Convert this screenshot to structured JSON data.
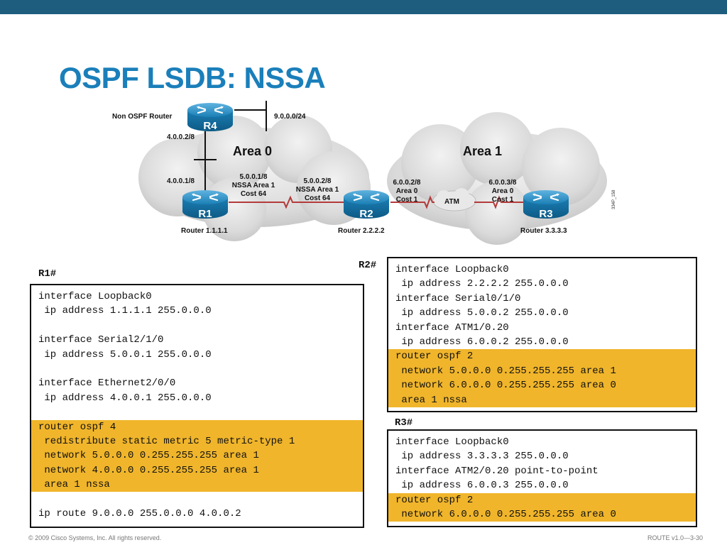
{
  "slide": {
    "title": "OSPF LSDB: NSSA",
    "footer_left": "© 2009 Cisco Systems, Inc. All rights reserved.",
    "footer_right": "ROUTE v1.0—3-30",
    "side_code": "334P_158"
  },
  "colors": {
    "title": "#1a7fba",
    "topbar": "#1f5d7e",
    "router": "#1b7fb5",
    "highlight": "#f0b52b",
    "serial_link": "#b33a3a"
  },
  "diagram": {
    "area0": "Area 0",
    "area1": "Area 1",
    "atm": "ATM",
    "non_ospf": "Non OSPF Router",
    "net_9": "9.0.0.0/24",
    "r4_if": "4.0.0.2/8",
    "r1_if": "4.0.0.1/8",
    "r1_serial": [
      "5.0.0.1/8",
      "NSSA Area 1",
      "Cost 64"
    ],
    "r2_serial": [
      "5.0.0.2/8",
      "NSSA Area 1",
      "Cost 64"
    ],
    "r2_atm": [
      "6.0.0.2/8",
      "Area 0",
      "Cost 1"
    ],
    "r3_atm": [
      "6.0.0.3/8",
      "Area 0",
      "Cost 1"
    ],
    "routers": [
      {
        "name": "R4",
        "caption": ""
      },
      {
        "name": "R1",
        "caption": "Router 1.1.1.1"
      },
      {
        "name": "R2",
        "caption": "Router 2.2.2.2"
      },
      {
        "name": "R3",
        "caption": "Router 3.3.3.3"
      }
    ]
  },
  "r1": {
    "prompt": "R1#",
    "lines": [
      {
        "text": "interface Loopback0",
        "hl": false
      },
      {
        "text": " ip address 1.1.1.1 255.0.0.0",
        "hl": false
      },
      {
        "text": "",
        "hl": false
      },
      {
        "text": "interface Serial2/1/0",
        "hl": false
      },
      {
        "text": " ip address 5.0.0.1 255.0.0.0",
        "hl": false
      },
      {
        "text": "",
        "hl": false
      },
      {
        "text": "interface Ethernet2/0/0",
        "hl": false
      },
      {
        "text": " ip address 4.0.0.1 255.0.0.0",
        "hl": false
      },
      {
        "text": "",
        "hl": false
      },
      {
        "text": "router ospf 4",
        "hl": true
      },
      {
        "text": " redistribute static metric 5 metric-type 1",
        "hl": true
      },
      {
        "text": " network 5.0.0.0 0.255.255.255 area 1",
        "hl": true
      },
      {
        "text": " network 4.0.0.0 0.255.255.255 area 1",
        "hl": true
      },
      {
        "text": " area 1 nssa",
        "hl": true
      },
      {
        "text": "",
        "hl": false
      },
      {
        "text": "ip route 9.0.0.0 255.0.0.0 4.0.0.2",
        "hl": false
      }
    ]
  },
  "r2": {
    "prompt": "R2#",
    "lines": [
      {
        "text": "interface Loopback0",
        "hl": false
      },
      {
        "text": " ip address 2.2.2.2 255.0.0.0",
        "hl": false
      },
      {
        "text": "interface Serial0/1/0",
        "hl": false
      },
      {
        "text": " ip address 5.0.0.2 255.0.0.0",
        "hl": false
      },
      {
        "text": "interface ATM1/0.20",
        "hl": false
      },
      {
        "text": " ip address 6.0.0.2 255.0.0.0",
        "hl": false
      },
      {
        "text": "router ospf 2",
        "hl": true
      },
      {
        "text": " network 5.0.0.0 0.255.255.255 area 1",
        "hl": true
      },
      {
        "text": " network 6.0.0.0 0.255.255.255 area 0",
        "hl": true
      },
      {
        "text": " area 1 nssa",
        "hl": true
      }
    ]
  },
  "r3": {
    "prompt": "R3#",
    "lines": [
      {
        "text": "interface Loopback0",
        "hl": false
      },
      {
        "text": " ip address 3.3.3.3 255.0.0.0",
        "hl": false
      },
      {
        "text": "interface ATM2/0.20 point-to-point",
        "hl": false
      },
      {
        "text": " ip address 6.0.0.3 255.0.0.0",
        "hl": false
      },
      {
        "text": "router ospf 2",
        "hl": true
      },
      {
        "text": " network 6.0.0.0 0.255.255.255 area 0",
        "hl": true
      }
    ]
  }
}
